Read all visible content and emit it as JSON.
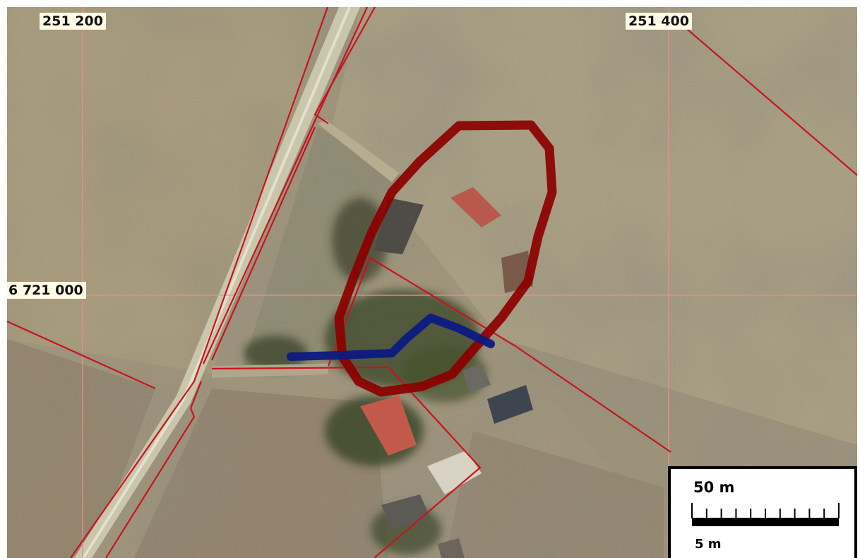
{
  "map": {
    "grid_labels": {
      "easting_left": "251 200",
      "easting_right": "251 400",
      "northing": "6 721 000"
    },
    "scale_bar": {
      "major_label": "50 m",
      "minor_label": "5 m",
      "subdivisions": 10
    },
    "colors": {
      "parcel_boundary": "#c8141e",
      "grid_line": "#f08c8c",
      "outline_red": "#8c0000",
      "line_blue": "#0c1a82",
      "road": "#c9c6ad",
      "label_background": "#fffbe6"
    },
    "layers": [
      "aerial-orthophoto",
      "coordinate-grid",
      "cadastral-parcels",
      "red-outline-area",
      "blue-linear-feature",
      "scale-bar"
    ]
  }
}
